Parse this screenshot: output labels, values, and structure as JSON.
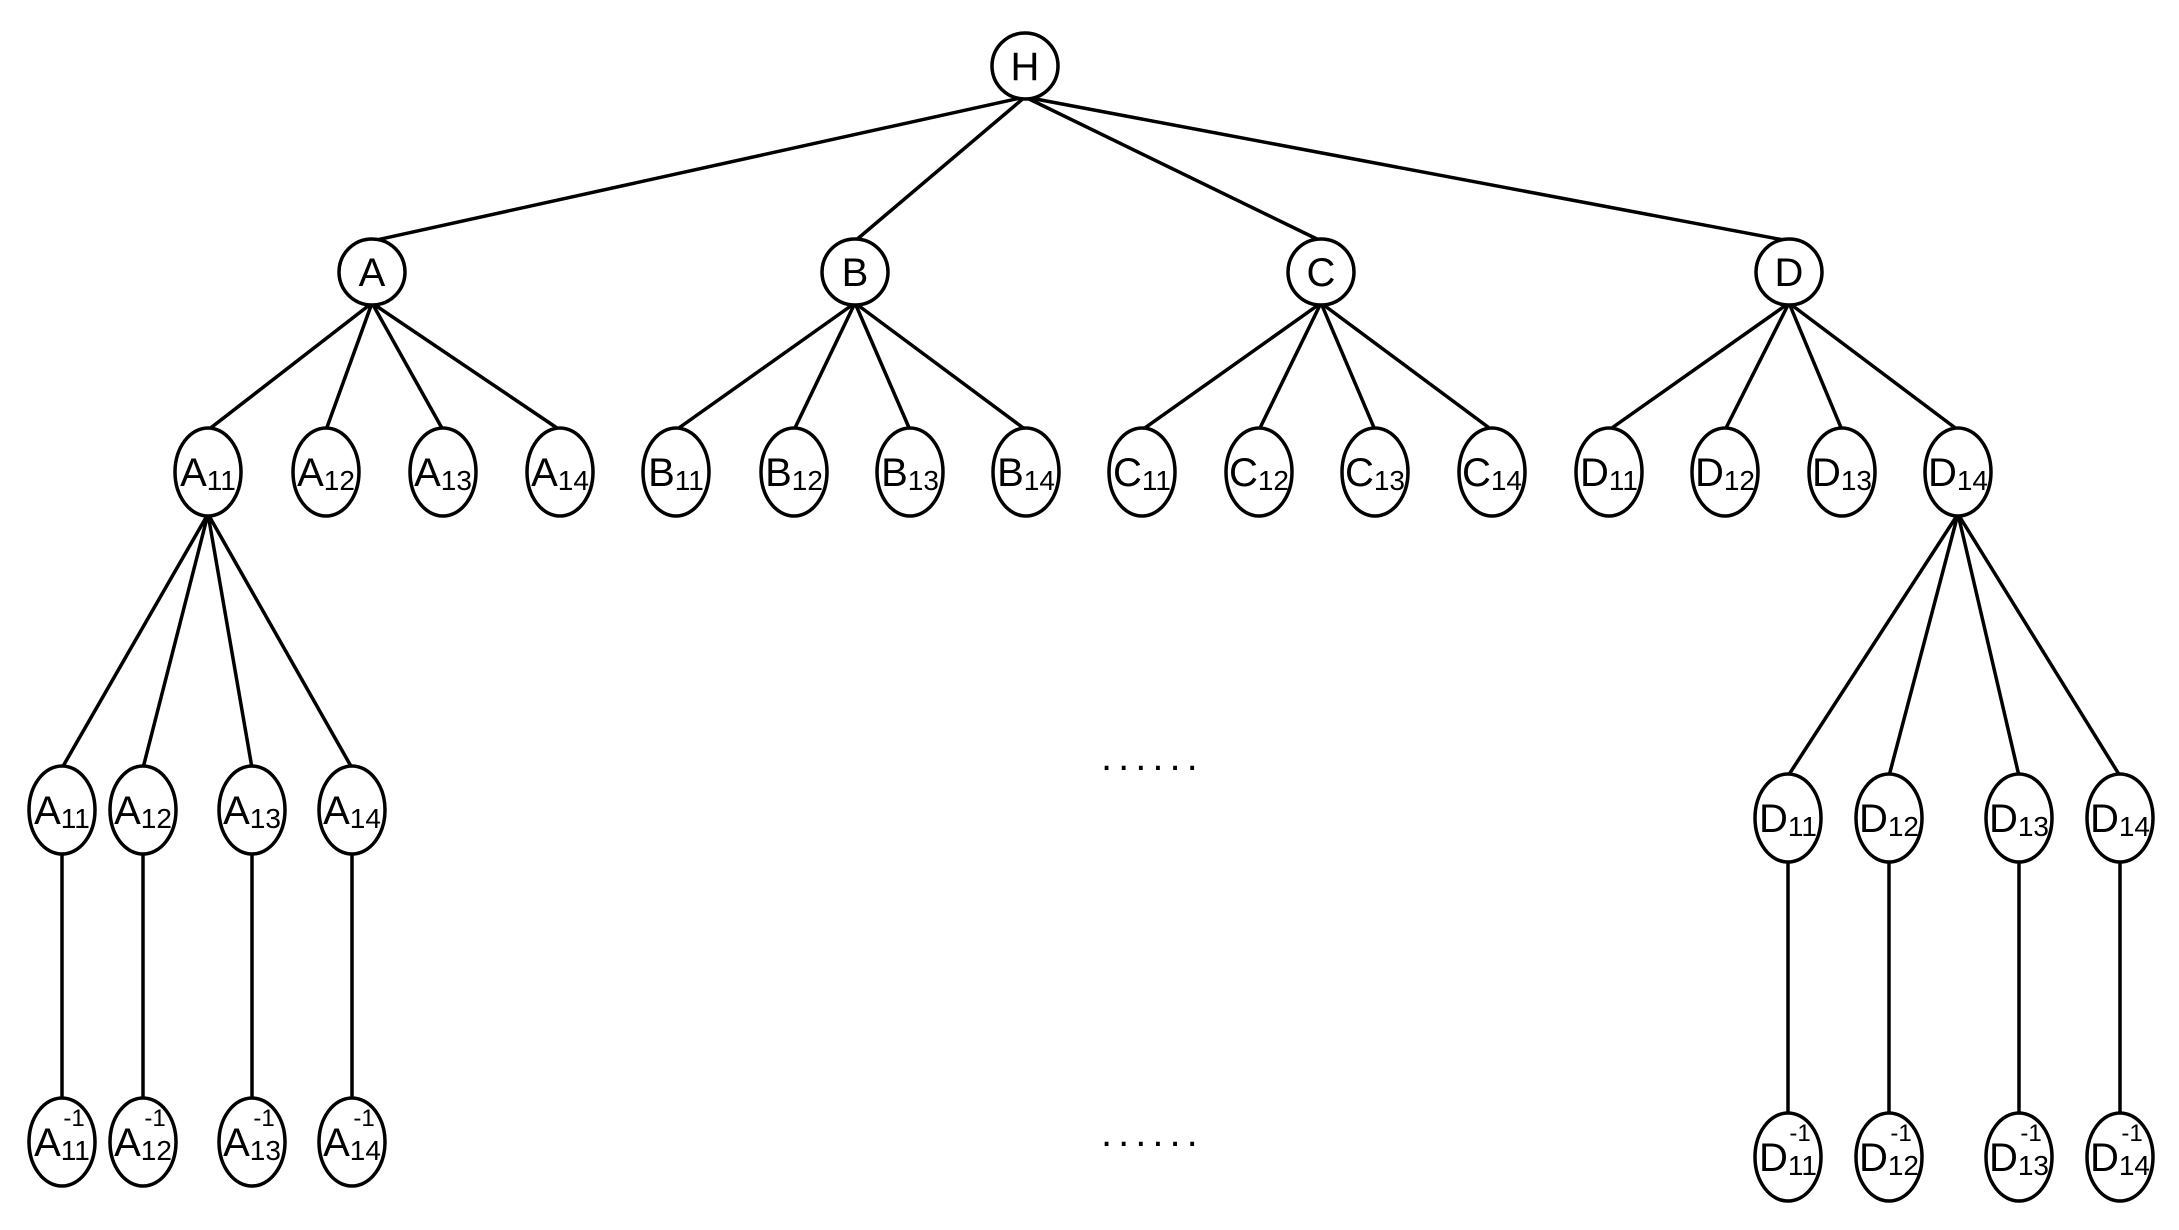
{
  "diagram": {
    "nodes": [
      {
        "id": "H",
        "letter": "H",
        "sub": "",
        "sup": ""
      },
      {
        "id": "A",
        "letter": "A",
        "sub": "",
        "sup": ""
      },
      {
        "id": "B",
        "letter": "B",
        "sub": "",
        "sup": ""
      },
      {
        "id": "C",
        "letter": "C",
        "sub": "",
        "sup": ""
      },
      {
        "id": "D",
        "letter": "D",
        "sub": "",
        "sup": ""
      },
      {
        "id": "A11",
        "letter": "A",
        "sub": "11",
        "sup": ""
      },
      {
        "id": "A12",
        "letter": "A",
        "sub": "12",
        "sup": ""
      },
      {
        "id": "A13",
        "letter": "A",
        "sub": "13",
        "sup": ""
      },
      {
        "id": "A14",
        "letter": "A",
        "sub": "14",
        "sup": ""
      },
      {
        "id": "B11",
        "letter": "B",
        "sub": "11",
        "sup": ""
      },
      {
        "id": "B12",
        "letter": "B",
        "sub": "12",
        "sup": ""
      },
      {
        "id": "B13",
        "letter": "B",
        "sub": "13",
        "sup": ""
      },
      {
        "id": "B14",
        "letter": "B",
        "sub": "14",
        "sup": ""
      },
      {
        "id": "C11",
        "letter": "C",
        "sub": "11",
        "sup": ""
      },
      {
        "id": "C12",
        "letter": "C",
        "sub": "12",
        "sup": ""
      },
      {
        "id": "C13",
        "letter": "C",
        "sub": "13",
        "sup": ""
      },
      {
        "id": "C14",
        "letter": "C",
        "sub": "14",
        "sup": ""
      },
      {
        "id": "D11",
        "letter": "D",
        "sub": "11",
        "sup": ""
      },
      {
        "id": "D12",
        "letter": "D",
        "sub": "12",
        "sup": ""
      },
      {
        "id": "D13",
        "letter": "D",
        "sub": "13",
        "sup": ""
      },
      {
        "id": "D14",
        "letter": "D",
        "sub": "14",
        "sup": ""
      },
      {
        "id": "A11b",
        "letter": "A",
        "sub": "11",
        "sup": ""
      },
      {
        "id": "A12b",
        "letter": "A",
        "sub": "12",
        "sup": ""
      },
      {
        "id": "A13b",
        "letter": "A",
        "sub": "13",
        "sup": ""
      },
      {
        "id": "A14b",
        "letter": "A",
        "sub": "14",
        "sup": ""
      },
      {
        "id": "D11b",
        "letter": "D",
        "sub": "11",
        "sup": ""
      },
      {
        "id": "D12b",
        "letter": "D",
        "sub": "12",
        "sup": ""
      },
      {
        "id": "D13b",
        "letter": "D",
        "sub": "13",
        "sup": ""
      },
      {
        "id": "D14b",
        "letter": "D",
        "sub": "14",
        "sup": ""
      },
      {
        "id": "A11i",
        "letter": "A",
        "sub": "11",
        "sup": "-1"
      },
      {
        "id": "A12i",
        "letter": "A",
        "sub": "12",
        "sup": "-1"
      },
      {
        "id": "A13i",
        "letter": "A",
        "sub": "13",
        "sup": "-1"
      },
      {
        "id": "A14i",
        "letter": "A",
        "sub": "14",
        "sup": "-1"
      },
      {
        "id": "D11i",
        "letter": "D",
        "sub": "11",
        "sup": "-1"
      },
      {
        "id": "D12i",
        "letter": "D",
        "sub": "12",
        "sup": "-1"
      },
      {
        "id": "D13i",
        "letter": "D",
        "sub": "13",
        "sup": "-1"
      },
      {
        "id": "D14i",
        "letter": "D",
        "sub": "14",
        "sup": "-1"
      }
    ],
    "edges": [
      [
        "H",
        "A"
      ],
      [
        "H",
        "B"
      ],
      [
        "H",
        "C"
      ],
      [
        "H",
        "D"
      ],
      [
        "A",
        "A11"
      ],
      [
        "A",
        "A12"
      ],
      [
        "A",
        "A13"
      ],
      [
        "A",
        "A14"
      ],
      [
        "B",
        "B11"
      ],
      [
        "B",
        "B12"
      ],
      [
        "B",
        "B13"
      ],
      [
        "B",
        "B14"
      ],
      [
        "C",
        "C11"
      ],
      [
        "C",
        "C12"
      ],
      [
        "C",
        "C13"
      ],
      [
        "C",
        "C14"
      ],
      [
        "D",
        "D11"
      ],
      [
        "D",
        "D12"
      ],
      [
        "D",
        "D13"
      ],
      [
        "D",
        "D14"
      ],
      [
        "A11",
        "A11b"
      ],
      [
        "A11",
        "A12b"
      ],
      [
        "A11",
        "A13b"
      ],
      [
        "A11",
        "A14b"
      ],
      [
        "D14",
        "D11b"
      ],
      [
        "D14",
        "D12b"
      ],
      [
        "D14",
        "D13b"
      ],
      [
        "D14",
        "D14b"
      ],
      [
        "A11b",
        "A11i"
      ],
      [
        "A12b",
        "A12i"
      ],
      [
        "A13b",
        "A13i"
      ],
      [
        "A14b",
        "A14i"
      ],
      [
        "D11b",
        "D11i"
      ],
      [
        "D12b",
        "D12i"
      ],
      [
        "D13b",
        "D13i"
      ],
      [
        "D14b",
        "D14i"
      ]
    ],
    "ellipsis_mid": "......",
    "ellipsis_bottom": "......"
  }
}
